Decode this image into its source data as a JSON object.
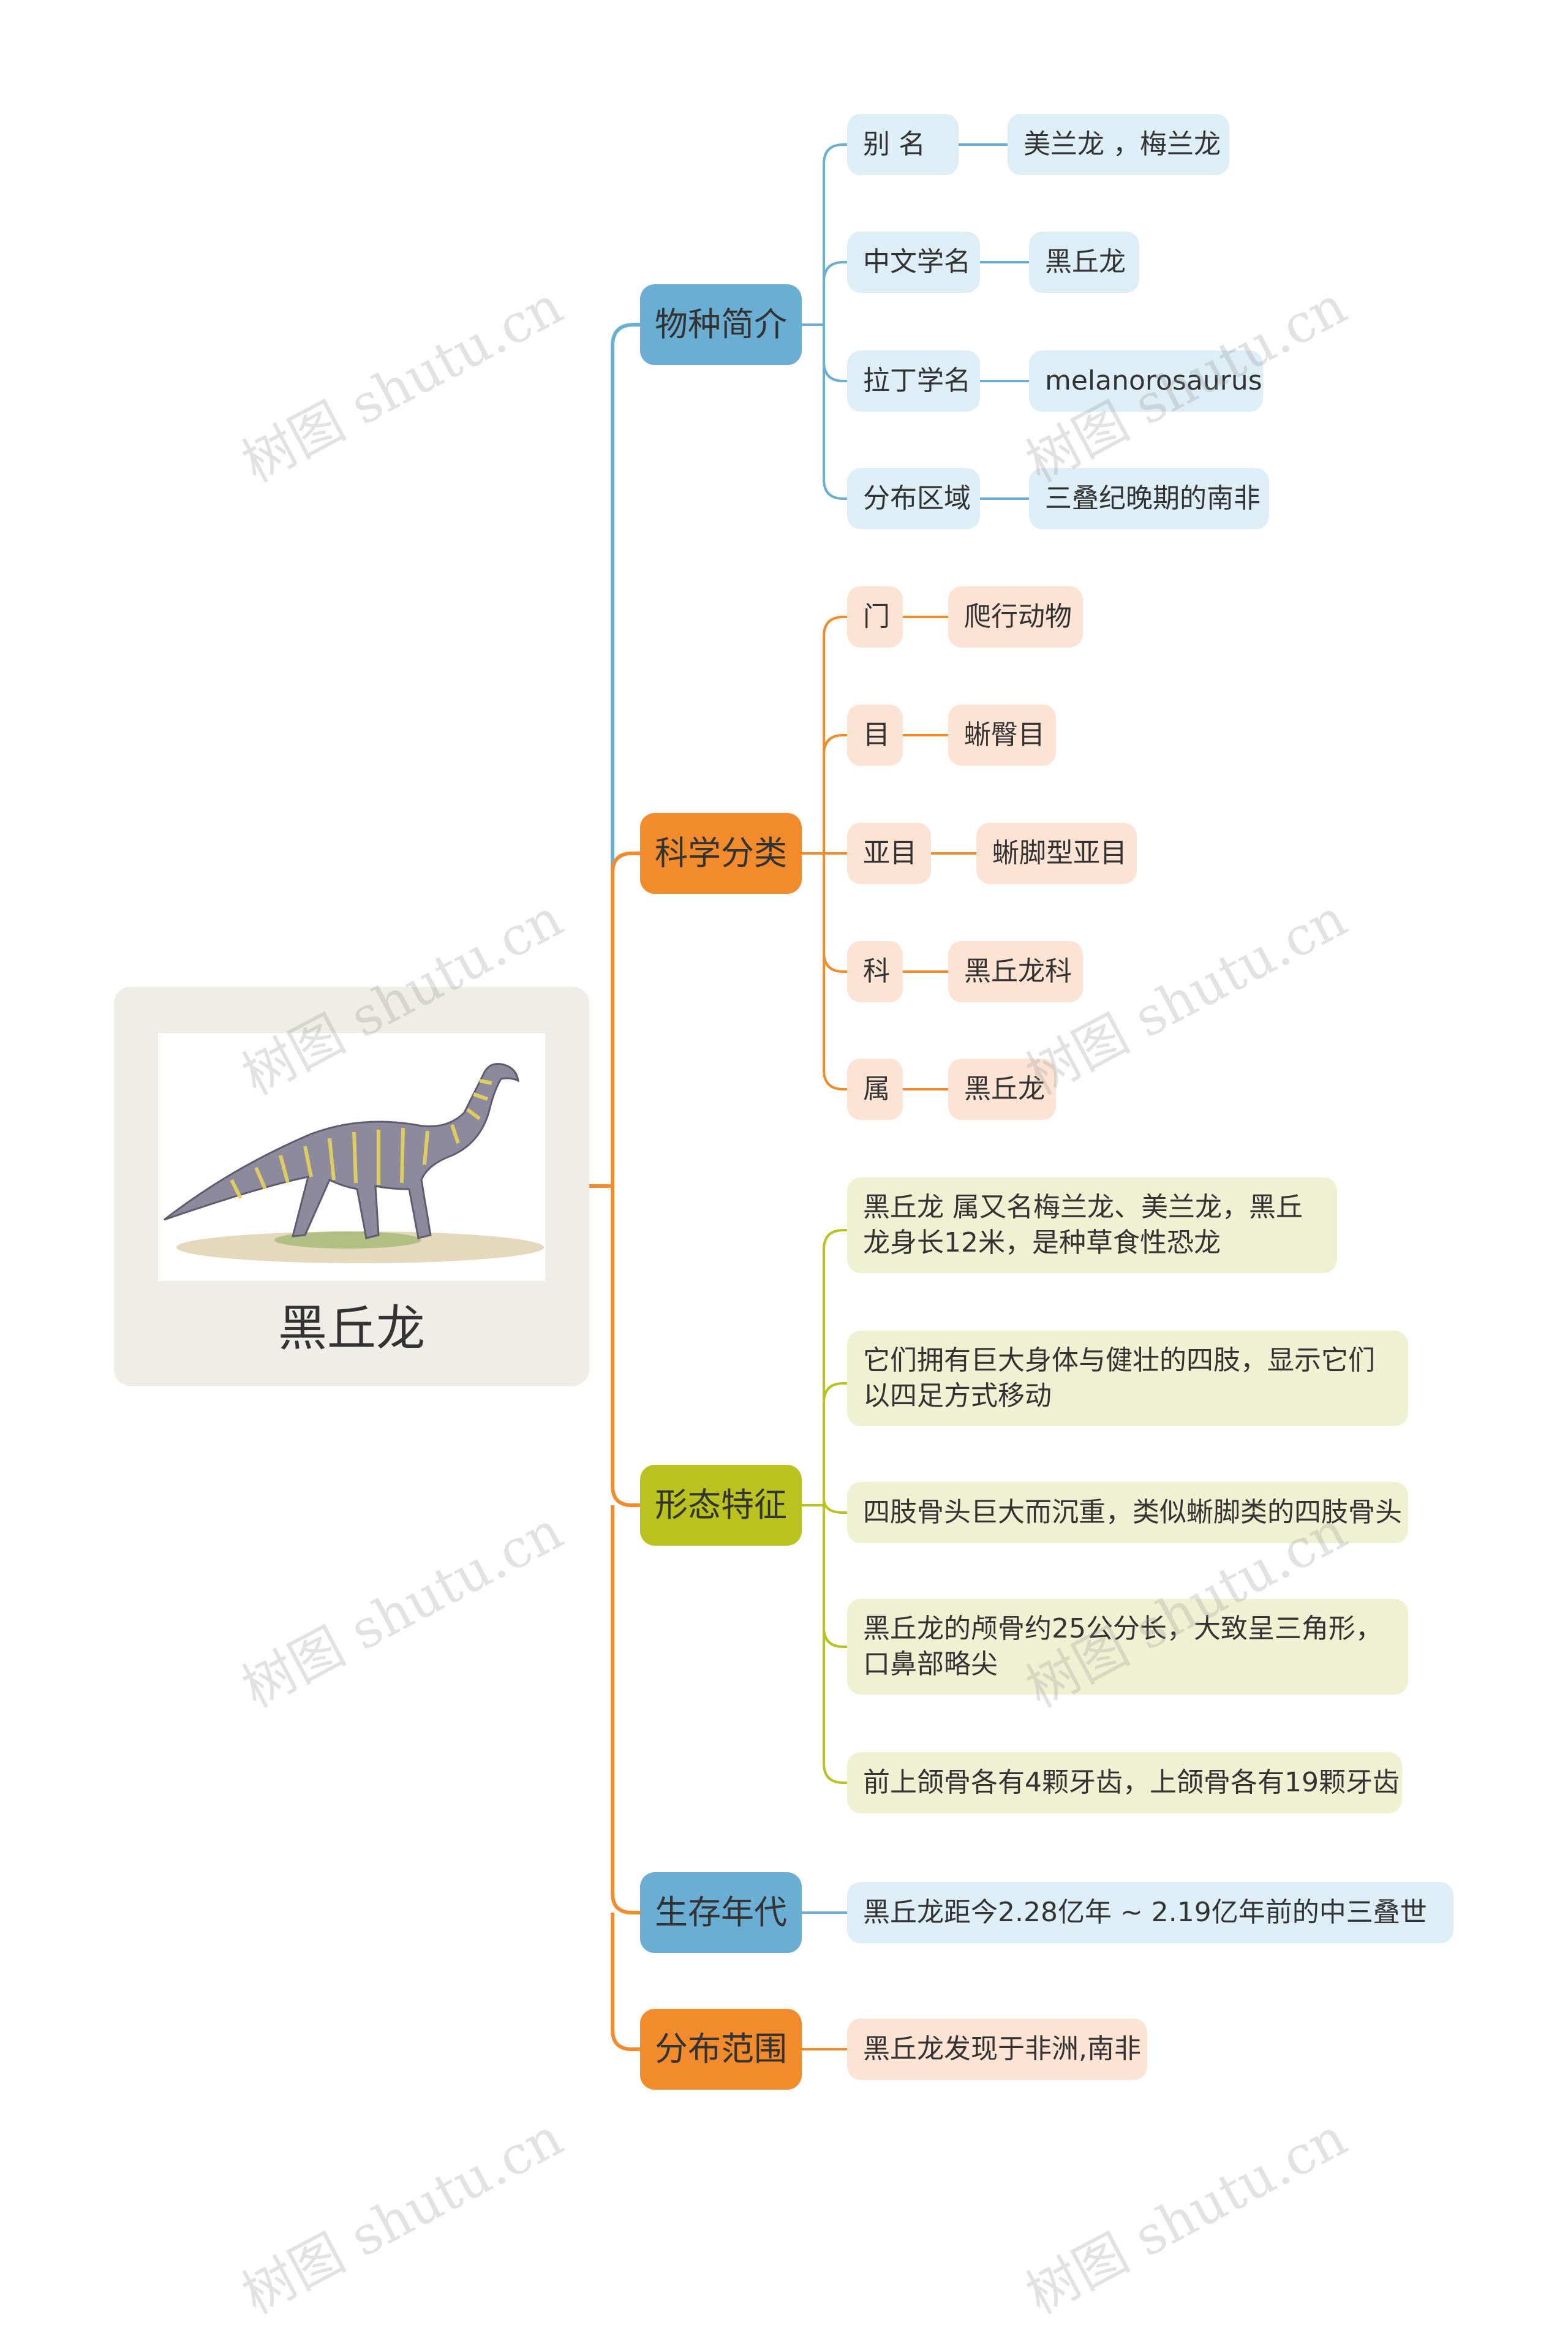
{
  "root": {
    "title": "黑丘龙",
    "image": "dinosaur-illustration"
  },
  "branches": [
    {
      "label": "物种简介",
      "color": "#6aafd3",
      "children": [
        {
          "label": "别    名",
          "value": "美兰龙 ，梅兰龙"
        },
        {
          "label": "中文学名",
          "value": "黑丘龙"
        },
        {
          "label": "拉丁学名",
          "value": "melanorosaurus"
        },
        {
          "label": "分布区域",
          "value": "三叠纪晚期的南非"
        }
      ]
    },
    {
      "label": "科学分类",
      "color": "#f28b2c",
      "children": [
        {
          "label": "门",
          "value": "爬行动物"
        },
        {
          "label": "目",
          "value": "蜥臀目"
        },
        {
          "label": "亚目",
          "value": "蜥脚型亚目"
        },
        {
          "label": "科",
          "value": "黑丘龙科"
        },
        {
          "label": "属",
          "value": "黑丘龙"
        }
      ]
    },
    {
      "label": "形态特征",
      "color": "#b9c21e",
      "children": [
        "黑丘龙 属又名梅兰龙、美兰龙，黑丘龙身长12米，是种草食性恐龙",
        "它们拥有巨大身体与健壮的四肢，显示它们以四足方式移动",
        "四肢骨头巨大而沉重，类似蜥脚类的四肢骨头",
        "黑丘龙的颅骨约25公分长，大致呈三角形，口鼻部略尖",
        "前上颌骨各有4颗牙齿，上颌骨各有19颗牙齿"
      ]
    },
    {
      "label": "生存年代",
      "color": "#6aafd3",
      "children": [
        "黑丘龙距今2.28亿年 ~ 2.19亿年前的中三叠世"
      ]
    },
    {
      "label": "分布范围",
      "color": "#f28b2c",
      "children": [
        "黑丘龙发现于非洲,南非"
      ]
    }
  ],
  "watermark": "树图 shutu.cn"
}
